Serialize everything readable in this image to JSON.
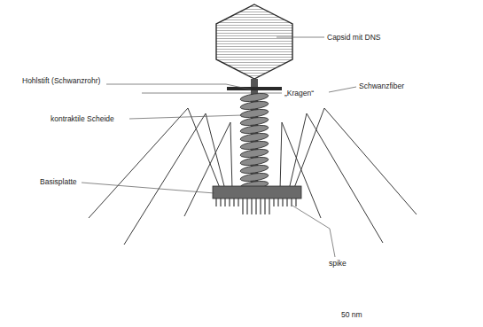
{
  "diagram": {
    "labels": [
      "Capsid mit DNS",
      "Hohlstift (Schwanzrohr)",
      "„Kragen“",
      "kontraktile Scheide",
      "Schwanzfiber",
      "Basisplatte",
      "spike",
      "50 nm"
    ]
  }
}
